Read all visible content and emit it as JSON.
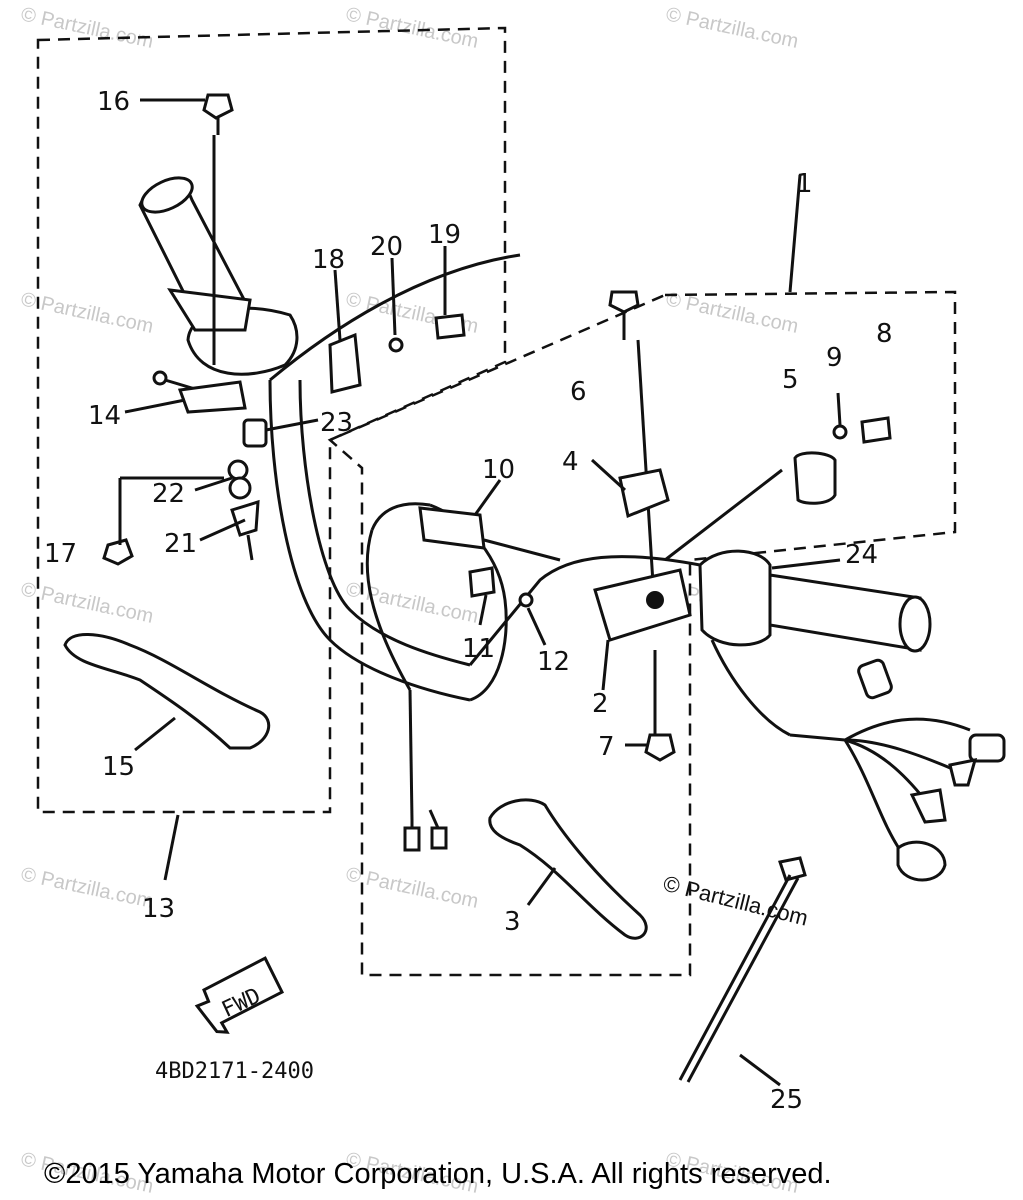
{
  "diagram": {
    "callouts": [
      "16",
      "18",
      "20",
      "19",
      "14",
      "23",
      "22",
      "17",
      "21",
      "15",
      "13",
      "1",
      "6",
      "4",
      "10",
      "5",
      "9",
      "8",
      "24",
      "11",
      "12",
      "2",
      "7",
      "3",
      "25"
    ],
    "part_code": "4BD2171-2400",
    "fwd_label": "FWD",
    "watermark_text": "© Partzilla.com",
    "credit_text": "© Partzilla.com",
    "copyright": "©2015 Yamaha Motor Corporation, U.S.A. All rights reserved."
  }
}
